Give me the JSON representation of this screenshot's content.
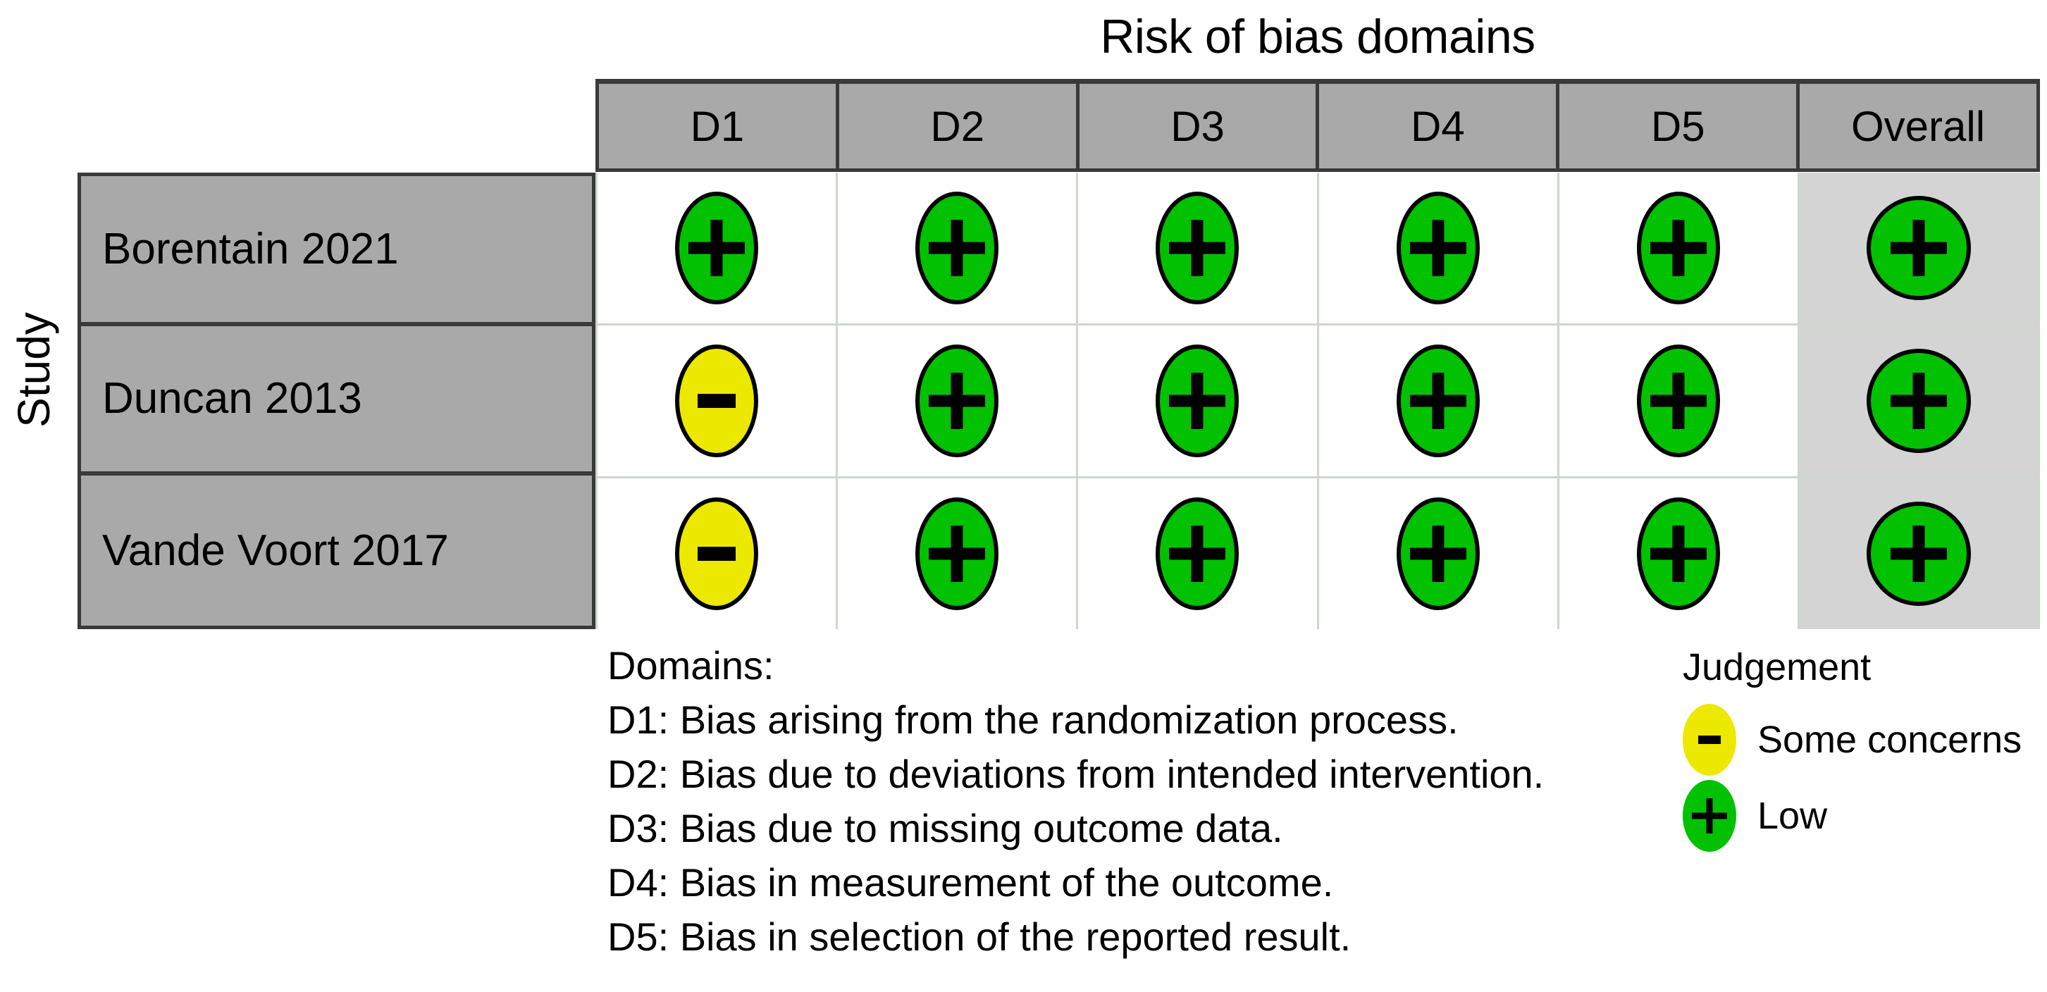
{
  "title": "Risk of bias domains",
  "axis": {
    "y_label": "Study"
  },
  "colors": {
    "low": "#02C100",
    "some_concerns": "#ECE800",
    "header_gray": "#A9A9A9",
    "study_gray": "#A9A9A9",
    "overall_column_gray": "#D4D4D4",
    "grid_border": "#CCD8CC",
    "header_border": "#3A3A3A"
  },
  "table": {
    "columns": [
      {
        "key": "D1",
        "label": "D1"
      },
      {
        "key": "D2",
        "label": "D2"
      },
      {
        "key": "D3",
        "label": "D3"
      },
      {
        "key": "D4",
        "label": "D4"
      },
      {
        "key": "D5",
        "label": "D5"
      },
      {
        "key": "Overall",
        "label": "Overall"
      }
    ],
    "rows": [
      {
        "study": "Borentain 2021",
        "cells": [
          {
            "domain": "D1",
            "judgement": "Low",
            "symbol": "+"
          },
          {
            "domain": "D2",
            "judgement": "Low",
            "symbol": "+"
          },
          {
            "domain": "D3",
            "judgement": "Low",
            "symbol": "+"
          },
          {
            "domain": "D4",
            "judgement": "Low",
            "symbol": "+"
          },
          {
            "domain": "D5",
            "judgement": "Low",
            "symbol": "+"
          },
          {
            "domain": "Overall",
            "judgement": "Low",
            "symbol": "+"
          }
        ]
      },
      {
        "study": "Duncan 2013",
        "cells": [
          {
            "domain": "D1",
            "judgement": "Some concerns",
            "symbol": "-"
          },
          {
            "domain": "D2",
            "judgement": "Low",
            "symbol": "+"
          },
          {
            "domain": "D3",
            "judgement": "Low",
            "symbol": "+"
          },
          {
            "domain": "D4",
            "judgement": "Low",
            "symbol": "+"
          },
          {
            "domain": "D5",
            "judgement": "Low",
            "symbol": "+"
          },
          {
            "domain": "Overall",
            "judgement": "Low",
            "symbol": "+"
          }
        ]
      },
      {
        "study": "Vande Voort 2017",
        "cells": [
          {
            "domain": "D1",
            "judgement": "Some concerns",
            "symbol": "-"
          },
          {
            "domain": "D2",
            "judgement": "Low",
            "symbol": "+"
          },
          {
            "domain": "D3",
            "judgement": "Low",
            "symbol": "+"
          },
          {
            "domain": "D4",
            "judgement": "Low",
            "symbol": "+"
          },
          {
            "domain": "D5",
            "judgement": "Low",
            "symbol": "+"
          },
          {
            "domain": "Overall",
            "judgement": "Low",
            "symbol": "+"
          }
        ]
      }
    ]
  },
  "domains_legend": {
    "heading": "Domains:",
    "items": [
      "D1: Bias arising from the randomization process.",
      "D2: Bias due to deviations from intended intervention.",
      "D3: Bias due to missing outcome data.",
      "D4: Bias in measurement of the outcome.",
      "D5: Bias in selection of the reported result."
    ]
  },
  "judgement_legend": {
    "heading": "Judgement",
    "items": [
      {
        "label": "Some concerns",
        "key": "some-concerns",
        "symbol": "-"
      },
      {
        "label": "Low",
        "key": "low",
        "symbol": "+"
      }
    ]
  },
  "chart_data": {
    "type": "heatmap",
    "title": "Risk of bias domains",
    "xlabel": "Risk of bias domains",
    "ylabel": "Study",
    "categories": [
      "D1",
      "D2",
      "D3",
      "D4",
      "D5",
      "Overall"
    ],
    "rows": [
      "Borentain 2021",
      "Duncan 2013",
      "Vande Voort 2017"
    ],
    "values": [
      [
        "Low",
        "Low",
        "Low",
        "Low",
        "Low",
        "Low"
      ],
      [
        "Some concerns",
        "Low",
        "Low",
        "Low",
        "Low",
        "Low"
      ],
      [
        "Some concerns",
        "Low",
        "Low",
        "Low",
        "Low",
        "Low"
      ]
    ],
    "value_levels": [
      "Low",
      "Some concerns"
    ],
    "value_symbols": {
      "Low": "+",
      "Some concerns": "-"
    },
    "value_colors": {
      "Low": "#02C100",
      "Some concerns": "#ECE800"
    },
    "legend_position": "bottom-right",
    "grid": true
  }
}
